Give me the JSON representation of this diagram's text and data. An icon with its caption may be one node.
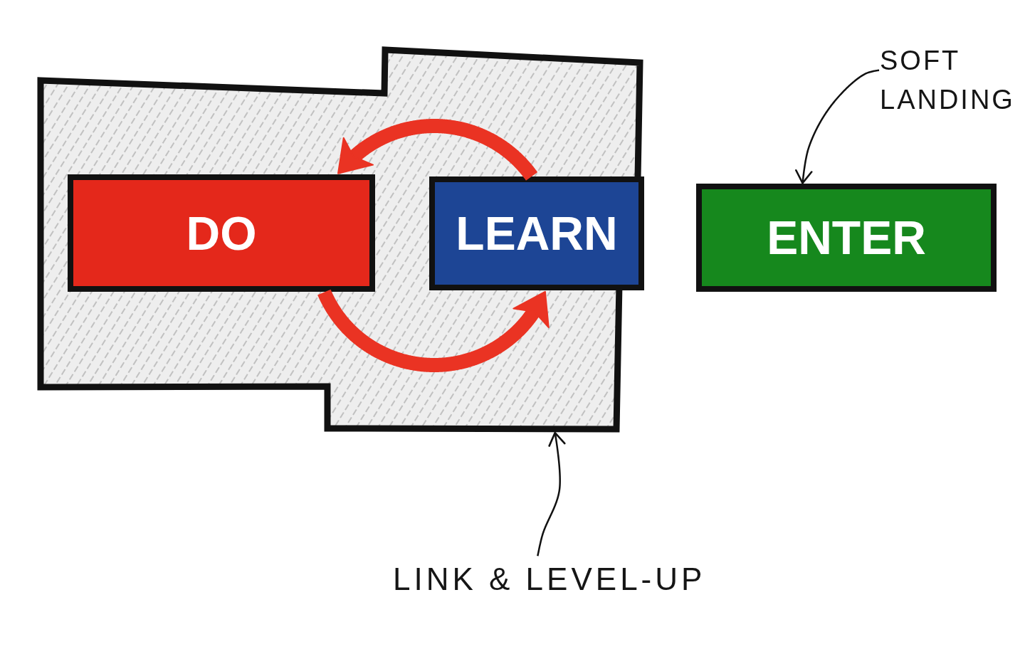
{
  "diagram": {
    "nodes": [
      {
        "text": [],
        "shape": "box"
      },
      {
        "text": [
          "DO"
        ],
        "in": 0
      },
      {
        "text": [
          "LEARN"
        ],
        "in": 0
      },
      {
        "text": [
          "ENTER"
        ]
      },
      {
        "text": [
          "SOFT LANDING"
        ]
      },
      {
        "text": [
          "LINK & LEVEL-UP"
        ]
      }
    ],
    "edges": [
      {
        "from": 1,
        "to": 2,
        "arrow": "to",
        "style": "thick",
        "color": "#ea3323"
      },
      {
        "from": 2,
        "to": 1,
        "arrow": "to",
        "style": "thick",
        "color": "#ea3323"
      },
      {
        "from": 4,
        "to": 3,
        "arrow": "to",
        "color": "#111111"
      },
      {
        "from": 5,
        "to": 0,
        "arrow": "to",
        "color": "#111111"
      }
    ]
  }
}
